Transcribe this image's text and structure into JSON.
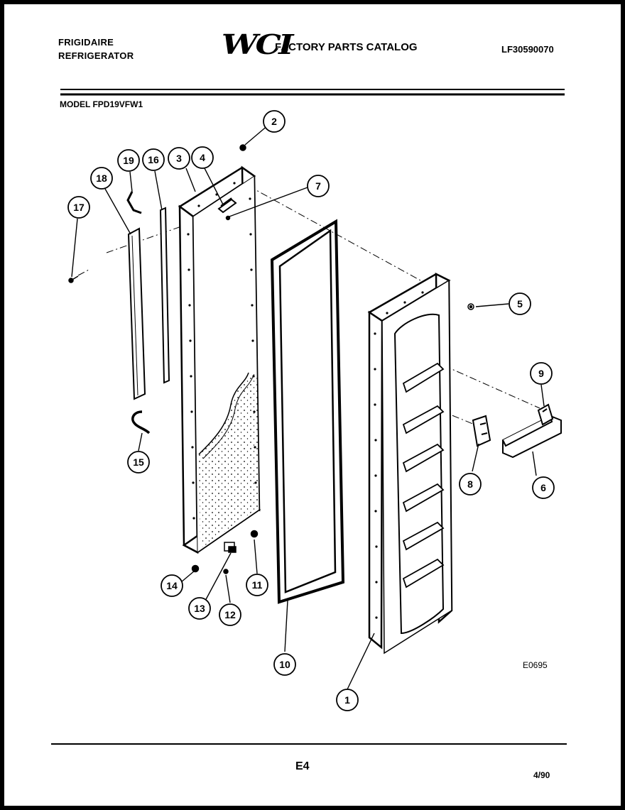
{
  "header": {
    "brand_line1": "FRIGIDAIRE",
    "brand_line2": "REFRIGERATOR",
    "logo": "WCI",
    "catalog_title": "FACTORY PARTS CATALOG",
    "document_number": "LF30590070",
    "model": "MODEL FPD19VFW1"
  },
  "diagram": {
    "figure_code": "E0695",
    "callouts": [
      "1",
      "2",
      "3",
      "4",
      "5",
      "6",
      "7",
      "8",
      "9",
      "10",
      "11",
      "12",
      "13",
      "14",
      "15",
      "16",
      "17",
      "18",
      "19"
    ]
  },
  "footer": {
    "page": "E4",
    "date": "4/90"
  }
}
